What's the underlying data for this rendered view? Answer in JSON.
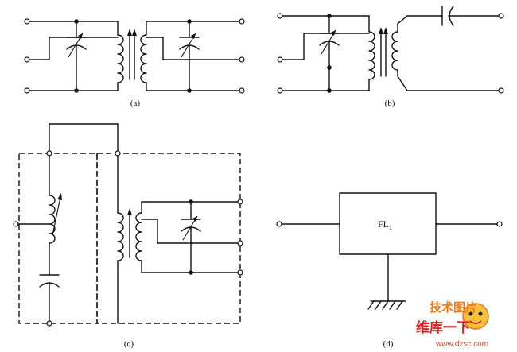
{
  "captions": {
    "a": "(a)",
    "b": "(b)",
    "c": "(c)",
    "d": "(d)"
  },
  "filter_block": {
    "label": "FL",
    "subscript": "1"
  },
  "watermark": {
    "top_text": "技术图片",
    "cn_text": "维库一下",
    "url": "www.dzsc.com",
    "colors": {
      "orange": "#f07a1a",
      "red": "#e02020"
    }
  }
}
